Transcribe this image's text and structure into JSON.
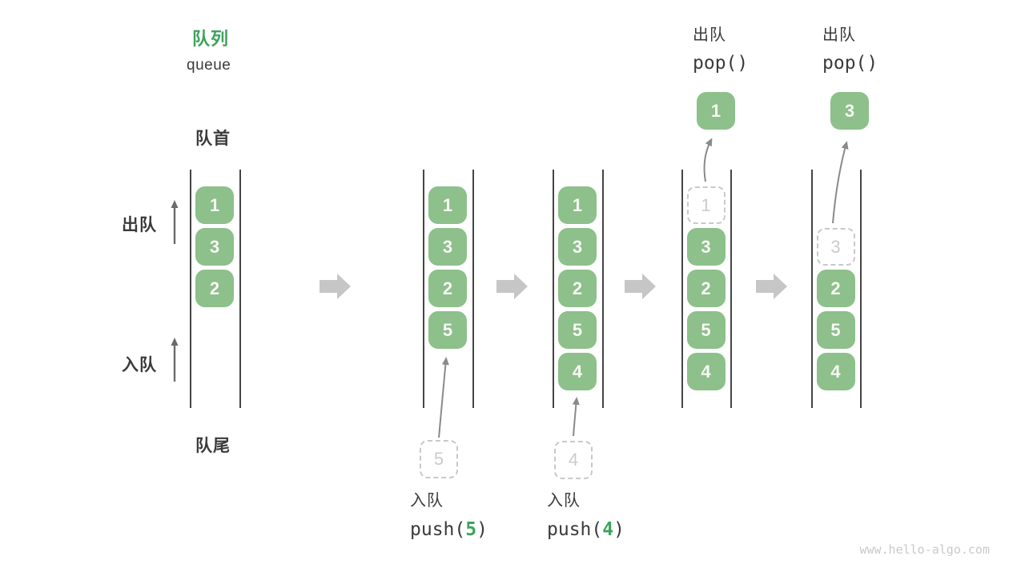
{
  "title": {
    "zh": "队列",
    "en": "queue"
  },
  "side_labels": {
    "front": "队首",
    "rear": "队尾",
    "dequeue": "出队",
    "enqueue": "入队"
  },
  "colors": {
    "page_bg": "#FFFFFF",
    "accent_green": "#3DA35C",
    "box_green": "#8DC08B",
    "box_text": "#F8F8F5",
    "wall": "#454545",
    "flow_arrow": "#C6C6C6",
    "direction_arrow": "#6B6B6B",
    "pointer_arrow": "#8A8A8A",
    "dashed_border": "#C9C9C9",
    "dashed_text": "#CBCBCB",
    "text_dark": "#3B3B3B",
    "watermark": "#C9C9C9"
  },
  "columns": [
    {
      "name": "initial-state",
      "slots": [
        {
          "style": "solid",
          "value": "1"
        },
        {
          "style": "solid",
          "value": "3"
        },
        {
          "style": "solid",
          "value": "2"
        },
        null,
        null
      ]
    },
    {
      "name": "after-push-5",
      "slots": [
        {
          "style": "solid",
          "value": "1"
        },
        {
          "style": "solid",
          "value": "3"
        },
        {
          "style": "solid",
          "value": "2"
        },
        {
          "style": "solid",
          "value": "5"
        },
        null
      ],
      "staged": {
        "value": "5"
      },
      "op": {
        "side": "bottom",
        "label": "入队",
        "code_parts": [
          {
            "text": "push("
          },
          {
            "text": "5",
            "accent": true
          },
          {
            "text": ")"
          }
        ]
      }
    },
    {
      "name": "after-push-4",
      "slots": [
        {
          "style": "solid",
          "value": "1"
        },
        {
          "style": "solid",
          "value": "3"
        },
        {
          "style": "solid",
          "value": "2"
        },
        {
          "style": "solid",
          "value": "5"
        },
        {
          "style": "solid",
          "value": "4"
        }
      ],
      "staged": {
        "value": "4"
      },
      "op": {
        "side": "bottom",
        "label": "入队",
        "code_parts": [
          {
            "text": "push("
          },
          {
            "text": "4",
            "accent": true
          },
          {
            "text": ")"
          }
        ]
      }
    },
    {
      "name": "pop-1",
      "slots": [
        {
          "style": "dashed",
          "value": "1"
        },
        {
          "style": "solid",
          "value": "3"
        },
        {
          "style": "solid",
          "value": "2"
        },
        {
          "style": "solid",
          "value": "5"
        },
        {
          "style": "solid",
          "value": "4"
        }
      ],
      "popped": {
        "value": "1"
      },
      "op": {
        "side": "top",
        "label": "出队",
        "code_parts": [
          {
            "text": "pop()"
          }
        ]
      }
    },
    {
      "name": "pop-3",
      "slots": [
        null,
        {
          "style": "dashed",
          "value": "3"
        },
        {
          "style": "solid",
          "value": "2"
        },
        {
          "style": "solid",
          "value": "5"
        },
        {
          "style": "solid",
          "value": "4"
        }
      ],
      "popped": {
        "value": "3"
      },
      "op": {
        "side": "top",
        "label": "出队",
        "code_parts": [
          {
            "text": "pop()"
          }
        ]
      }
    }
  ],
  "watermark": "www.hello-algo.com"
}
